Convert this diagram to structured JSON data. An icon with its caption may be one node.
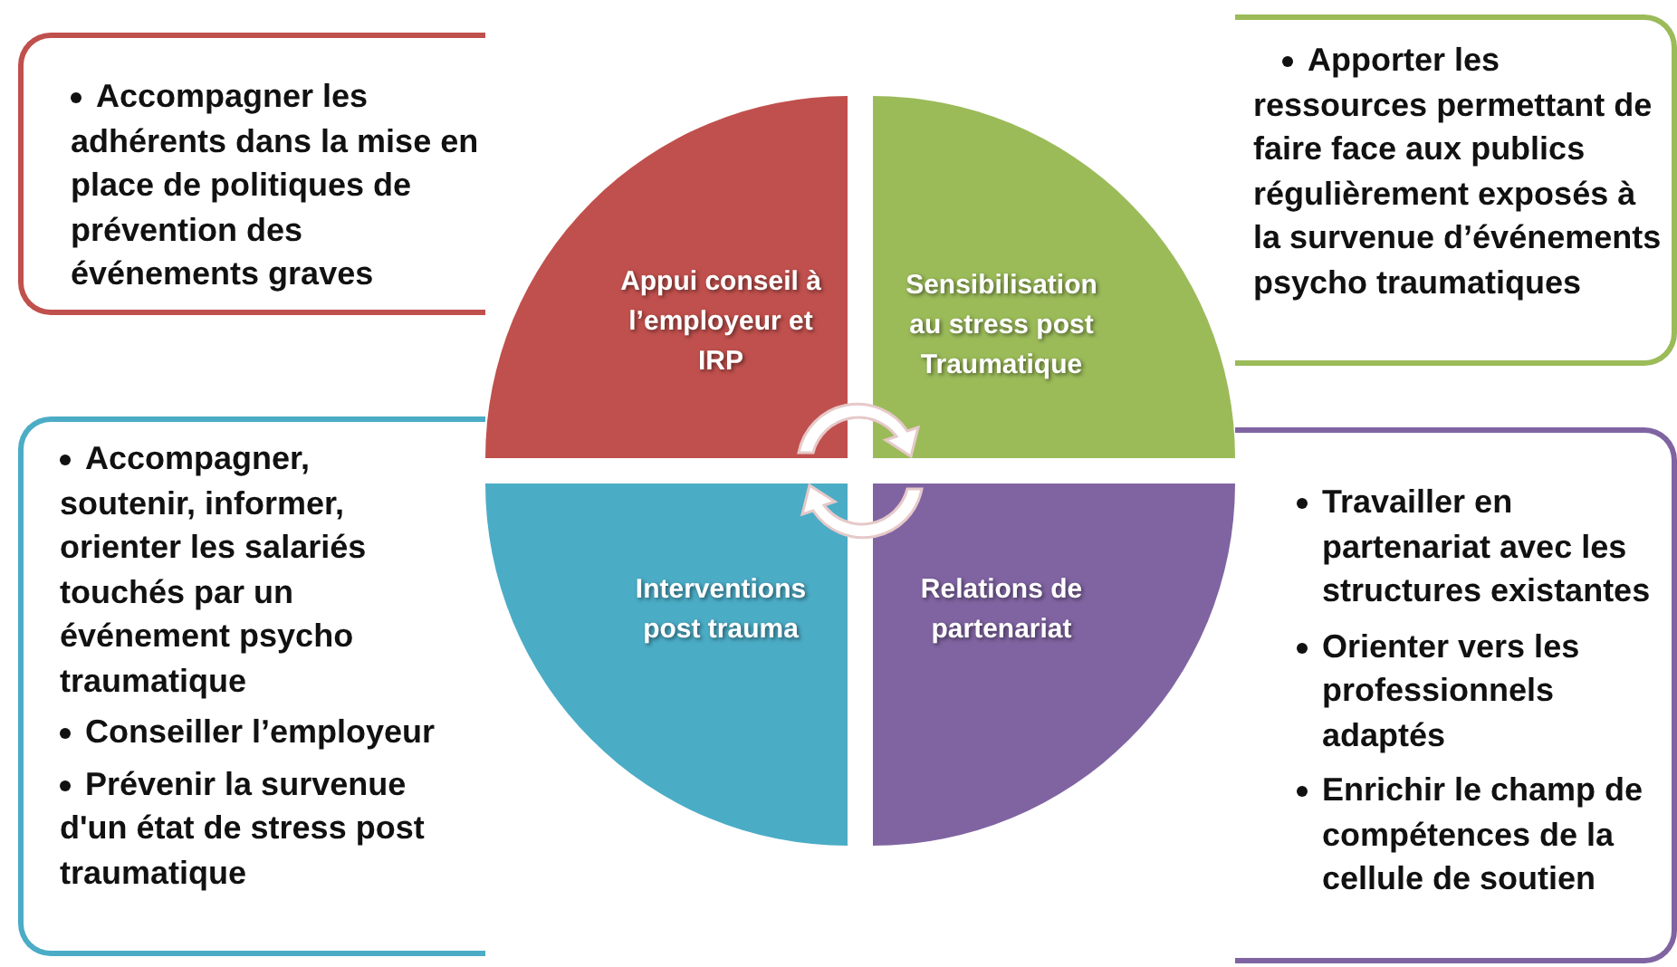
{
  "diagram": {
    "nodes": [
      {
        "text": [
          "Accompagner les adhérents dans la mise en place de politiques de prévention des événements graves"
        ]
      },
      {
        "text": [
          "Apporter les ressources  permettant de faire face aux publics régulièrement exposés à la survenue d’événements psycho traumatiques"
        ]
      },
      {
        "text": [
          "Accompagner, soutenir, informer, orienter les salariés touchés par un événement psycho traumatique",
          "Conseiller l’employeur",
          "Prévenir la survenue d'un état de stress post traumatique"
        ]
      },
      {
        "text": [
          "Travailler en partenariat avec les structures existantes",
          "Orienter vers les professionnels adaptés",
          "Enrichir le champ de compétences de la cellule de soutien"
        ]
      },
      {
        "text": [
          "Appui conseil à l’employeur et IRP"
        ]
      },
      {
        "text": [
          "Sensibilisation au stress post Traumatique"
        ]
      },
      {
        "text": [
          "Interventions post trauma"
        ]
      },
      {
        "text": [
          "Relations de partenariat"
        ]
      }
    ],
    "edges": []
  }
}
